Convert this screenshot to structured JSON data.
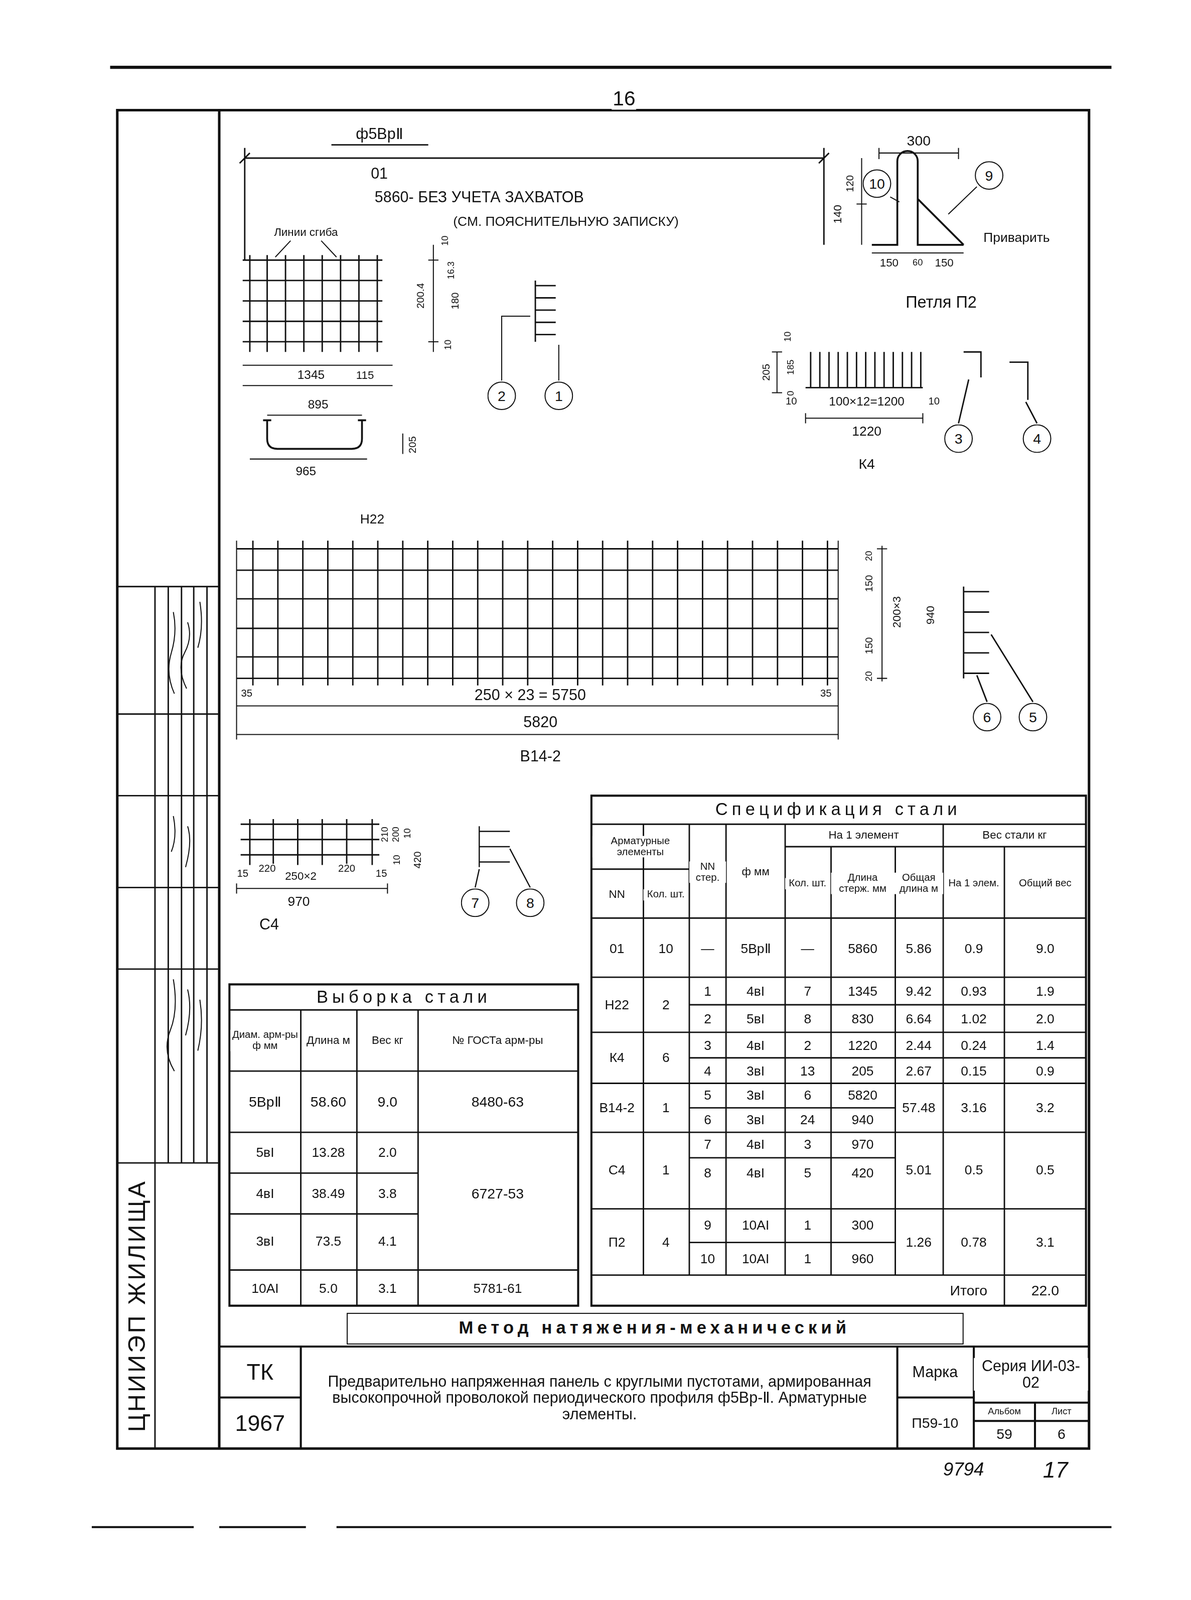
{
  "diagram": {
    "nodes": [
      {
        "text": [
          "10"
        ]
      },
      {
        "text": [
          "9"
        ]
      },
      {
        "text": [
          "2"
        ]
      },
      {
        "text": [
          "1"
        ]
      },
      {
        "text": [
          "3"
        ]
      },
      {
        "text": [
          "4"
        ]
      },
      {
        "text": [
          "6"
        ]
      },
      {
        "text": [
          "5"
        ]
      },
      {
        "text": [
          "7"
        ]
      },
      {
        "text": [
          "8"
        ]
      },
      {
        "text": [
          "Метод натяжения-механический"
        ]
      }
    ],
    "edges": [],
    "labels": [
      "16",
      "ф5ВрⅡ",
      "01",
      "5860- БЕЗ УЧЕТА ЗАХВАТОВ",
      "(СМ. ПОЯСНИТЕЛЬНУЮ ЗАПИСКУ)",
      "Линии сгиба",
      "10",
      "16.3",
      "200.4",
      "180",
      "10",
      "1345",
      "115",
      "895",
      "205",
      "965",
      "Н22",
      "300",
      "140",
      "120",
      "150",
      "60",
      "150",
      "Приварить",
      "Петля П2",
      "205",
      "10",
      "185",
      "10",
      "10",
      "100×12=1200",
      "10",
      "1220",
      "К4",
      "20",
      "150",
      "200×3",
      "940",
      "150",
      "20",
      "35",
      "250 × 23 = 5750",
      "35",
      "5820",
      "В14-2",
      "210",
      "200",
      "10",
      "10",
      "420",
      "15",
      "220",
      "250×2",
      "220",
      "15",
      "970",
      "С4",
      "Спецификация стали",
      "Арматурные элементы",
      "NN",
      "Кол. шт.",
      "NN стер.",
      "ф мм",
      "На 1 элемент",
      "Вес стали кг",
      "Кол. шт.",
      "Длина стерж. мм",
      "Общая длина м",
      "На 1 элем.",
      "Общий вес",
      "01",
      "10",
      "—",
      "5ВрⅡ",
      "—",
      "5860",
      "5.86",
      "0.9",
      "9.0",
      "Н22",
      "2",
      "1",
      "4вI",
      "7",
      "1345",
      "9.42",
      "0.93",
      "1.9",
      "2",
      "5вI",
      "8",
      "830",
      "6.64",
      "1.02",
      "2.0",
      "К4",
      "6",
      "3",
      "4вI",
      "2",
      "1220",
      "2.44",
      "0.24",
      "1.4",
      "4",
      "3вI",
      "13",
      "205",
      "2.67",
      "0.15",
      "0.9",
      "В14-2",
      "1",
      "5",
      "3вI",
      "6",
      "5820",
      "6",
      "3вI",
      "24",
      "940",
      "57.48",
      "3.16",
      "3.2",
      "С4",
      "1",
      "7",
      "4вI",
      "3",
      "970",
      "8",
      "4вI",
      "5",
      "420",
      "5.01",
      "0.5",
      "0.5",
      "П2",
      "4",
      "9",
      "10АI",
      "1",
      "300",
      "10",
      "10АI",
      "1",
      "960",
      "1.26",
      "0.78",
      "3.1",
      "Итого",
      "22.0",
      "Выборка стали",
      "Диам. арм-ры ф мм",
      "Длина м",
      "Вес кг",
      "№ ГОСТа арм-ры",
      "5ВрⅡ",
      "58.60",
      "9.0",
      "8480-63",
      "5вI",
      "13.28",
      "2.0",
      "4вI",
      "38.49",
      "3.8",
      "6727-53",
      "3вI",
      "73.5",
      "4.1",
      "10АI",
      "5.0",
      "3.1",
      "5781-61",
      "ТК",
      "1967",
      "Предварительно напряженная панель с круглыми пустотами, армированная высокопрочной проволокой периодического профиля ф5Вр-Ⅱ. Арматурные элементы.",
      "Марка",
      "П59-10",
      "Серия ИИ-03-02",
      "Альбом",
      "Лист",
      "59",
      "6",
      "ЦНИИЭП ЖИЛИЩА",
      "9794",
      "17"
    ]
  }
}
